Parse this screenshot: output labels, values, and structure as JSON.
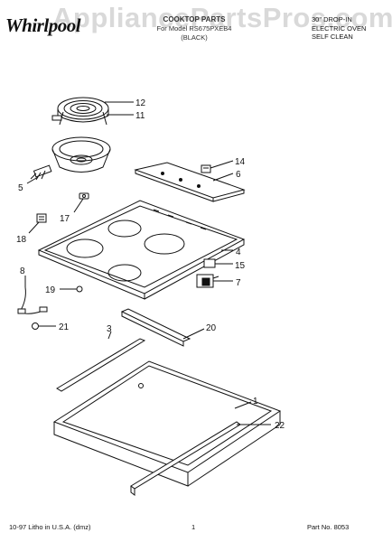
{
  "header": {
    "brand": "Whirlpool",
    "watermark": "AppliancePartsPros.com",
    "title_line1": "COOKTOP PARTS",
    "title_line2": "For Model RS675PXEB4",
    "title_line3": "(BLACK)",
    "right_line1": "30\" DROP-IN",
    "right_line2": "ELECTRIC OVEN",
    "right_line3": "SELF CLEAN"
  },
  "footer": {
    "litho": "10-97 Litho in U.S.A. (dmz)",
    "page": "1",
    "part_no": "Part No. 8053"
  },
  "callouts": {
    "c12": "12",
    "c11": "11",
    "c5": "5",
    "c14": "14",
    "c6": "6",
    "c17": "17",
    "c18": "18",
    "c4": "4",
    "c15": "15",
    "c7": "7",
    "c8": "8",
    "c19": "19",
    "c21": "21",
    "c3": "3",
    "c20": "20",
    "c1": "1",
    "c22": "22"
  }
}
